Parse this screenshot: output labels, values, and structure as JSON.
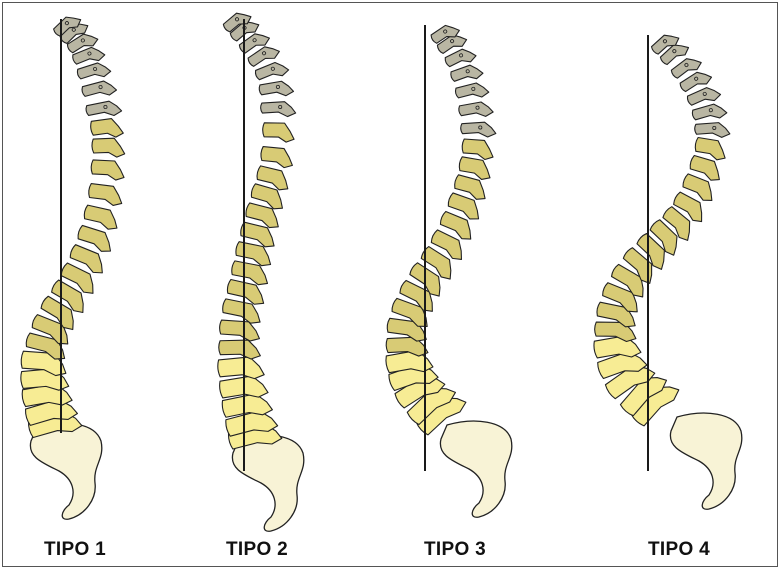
{
  "colors": {
    "cervical": "#b9b6a3",
    "thoracic": "#d8cb75",
    "lumbar": "#f7ec94",
    "sacrum": "#f8f3d6",
    "outline": "#222222",
    "plumb_line": "#1a1a1a",
    "border": "#555555"
  },
  "spines": [
    {
      "label": "TIPO 1"
    },
    {
      "label": "TIPO 2"
    },
    {
      "label": "TIPO 3"
    },
    {
      "label": "TIPO 4"
    }
  ]
}
